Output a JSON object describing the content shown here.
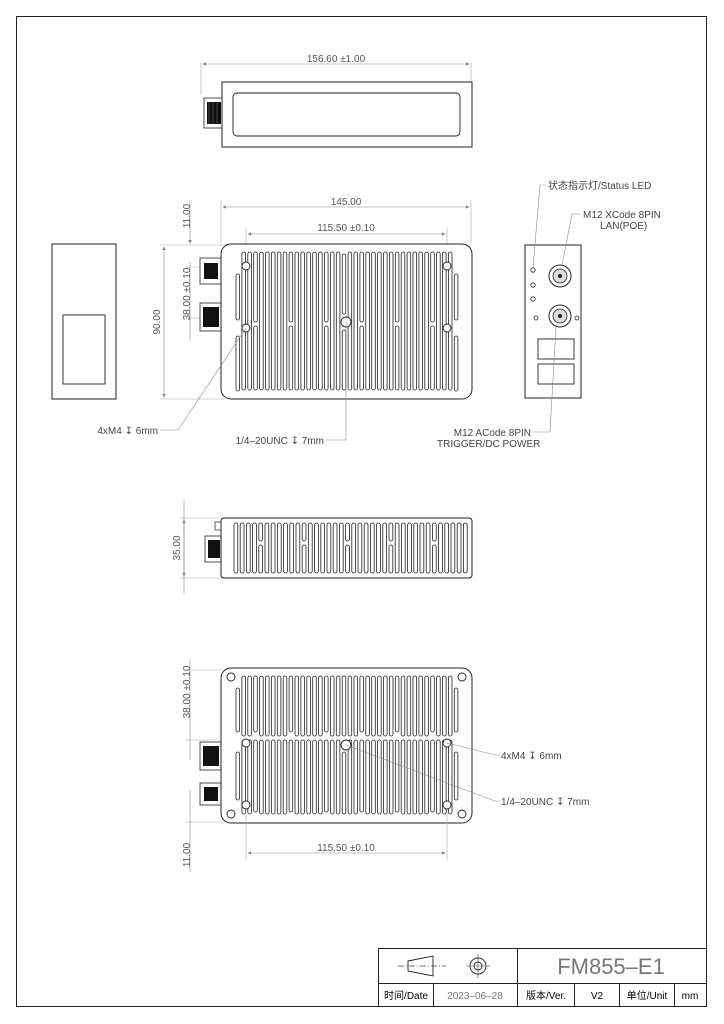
{
  "views": {
    "top": {
      "length_dim": "156.60 ±1.00"
    },
    "front": {
      "width_dim": "145.00",
      "hole_spacing_dim": "115.50 ±0.10",
      "height_dim": "90.00",
      "offset_dim": "11.00",
      "connector_spacing_dim": "38.00 ±0.10",
      "callout_holes": "4xM4 ↧ 6mm",
      "callout_tripod": "1/4–20UNC ↧ 7mm"
    },
    "side_connector": {
      "status_led": "状态指示灯/Status LED",
      "lan_line1": "M12 XCode 8PIN",
      "lan_line2": "LAN(POE)",
      "power_line1": "M12 ACode 8PIN",
      "power_line2": "TRIGGER/DC POWER"
    },
    "bottom_side": {
      "height_dim": "35.00"
    },
    "back": {
      "connector_spacing_dim": "38.00 ±0.10",
      "callout_holes": "4xM4 ↧ 6mm",
      "callout_tripod": "1/4–20UNC ↧ 7mm",
      "hole_spacing_dim": "115.50 ±0.10",
      "offset_dim": "11.00"
    }
  },
  "title_block": {
    "model": "FM855–E1",
    "date_label": "时间/Date",
    "date_value": "2023–06–28",
    "version_label": "版本/Ver.",
    "version_value": "V2",
    "unit_label": "单位/Unit",
    "unit_value": "mm"
  }
}
